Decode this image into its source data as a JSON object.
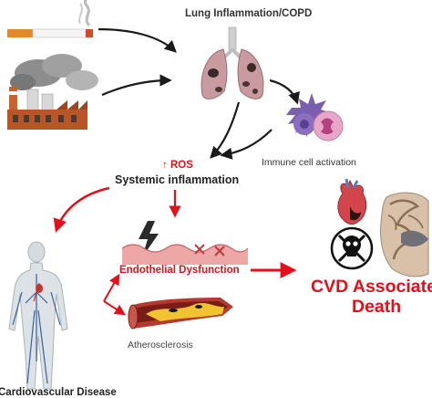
{
  "title": "Lung Inflammation/COPD",
  "labels": {
    "immune": "Immune cell activation",
    "ros_arrow": "↑",
    "ros": "ROS",
    "systemic": "Systemic inflammation",
    "endothelial": "Endothelial Dysfunction",
    "atherosclerosis": "Atherosclerosis",
    "cvd_line1": "CVD Associated",
    "cvd_line2": "Death",
    "cardio": "Cardiovascular Disease"
  },
  "colors": {
    "accent_red": "#e3101b",
    "arrow_black": "#1a1a1a"
  },
  "icons": [
    "cigarette-icon",
    "factory-icon",
    "lungs-icon",
    "immune-cells-icon",
    "lightning-icon",
    "human-body-icon",
    "artery-plaque-icon",
    "heart-icon",
    "skull-crossbones-icon",
    "brain-icon"
  ]
}
